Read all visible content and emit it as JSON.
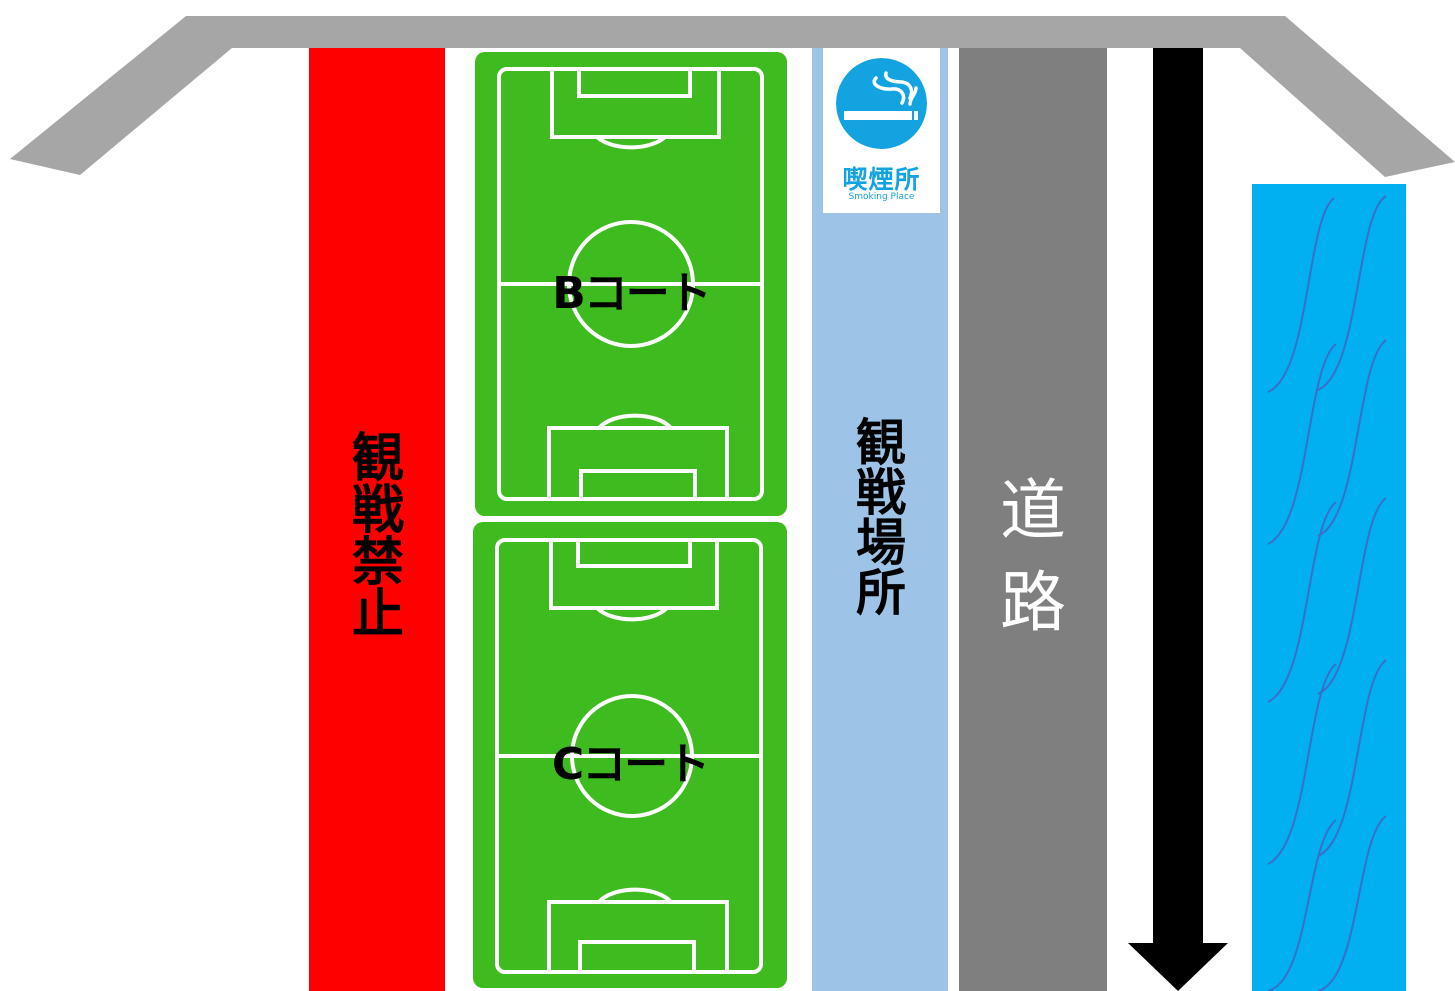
{
  "zones": {
    "no_viewing": {
      "chars": [
        "観",
        "戦",
        "禁",
        "止"
      ],
      "color": "#fe0000"
    },
    "viewing_area": {
      "chars": [
        "観",
        "戦",
        "場",
        "所"
      ],
      "color": "#9dc3e6"
    },
    "road": {
      "chars": [
        "道",
        "路"
      ],
      "color": "#7f7f7f"
    },
    "river": {
      "color": "#00b0f0"
    },
    "roof": {
      "color": "#a6a6a6"
    }
  },
  "courts": [
    {
      "label": "Bコート"
    },
    {
      "label": "Cコート"
    }
  ],
  "court_colors": {
    "field": "#3dbb1f",
    "line": "#ffffff"
  },
  "smoking_sign": {
    "title": "喫煙所",
    "subtitle": "Smoking Place",
    "icon": "no-smoking-cigarette-icon",
    "color": "#12a3e0"
  },
  "arrow": {
    "direction": "down",
    "color": "#000000"
  }
}
